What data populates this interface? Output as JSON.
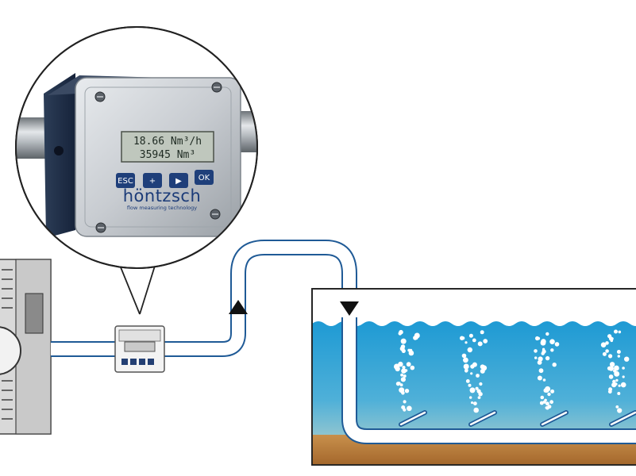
{
  "meter": {
    "display": {
      "line1": "18.66 Nm³/h",
      "line2": "35945 Nm³"
    },
    "buttons": [
      {
        "label": "ESC"
      },
      {
        "label": "+"
      },
      {
        "label": "▶"
      },
      {
        "label": "OK"
      }
    ],
    "brand": "höntzsch",
    "tagline": "flow measuring technology"
  },
  "colors": {
    "pipe_outline": "#1f5a96",
    "water_top": "#1f9bd4",
    "water_bottom": "#8ec6d6",
    "sludge": "#b87a3a",
    "bubble": "#ffffff"
  }
}
